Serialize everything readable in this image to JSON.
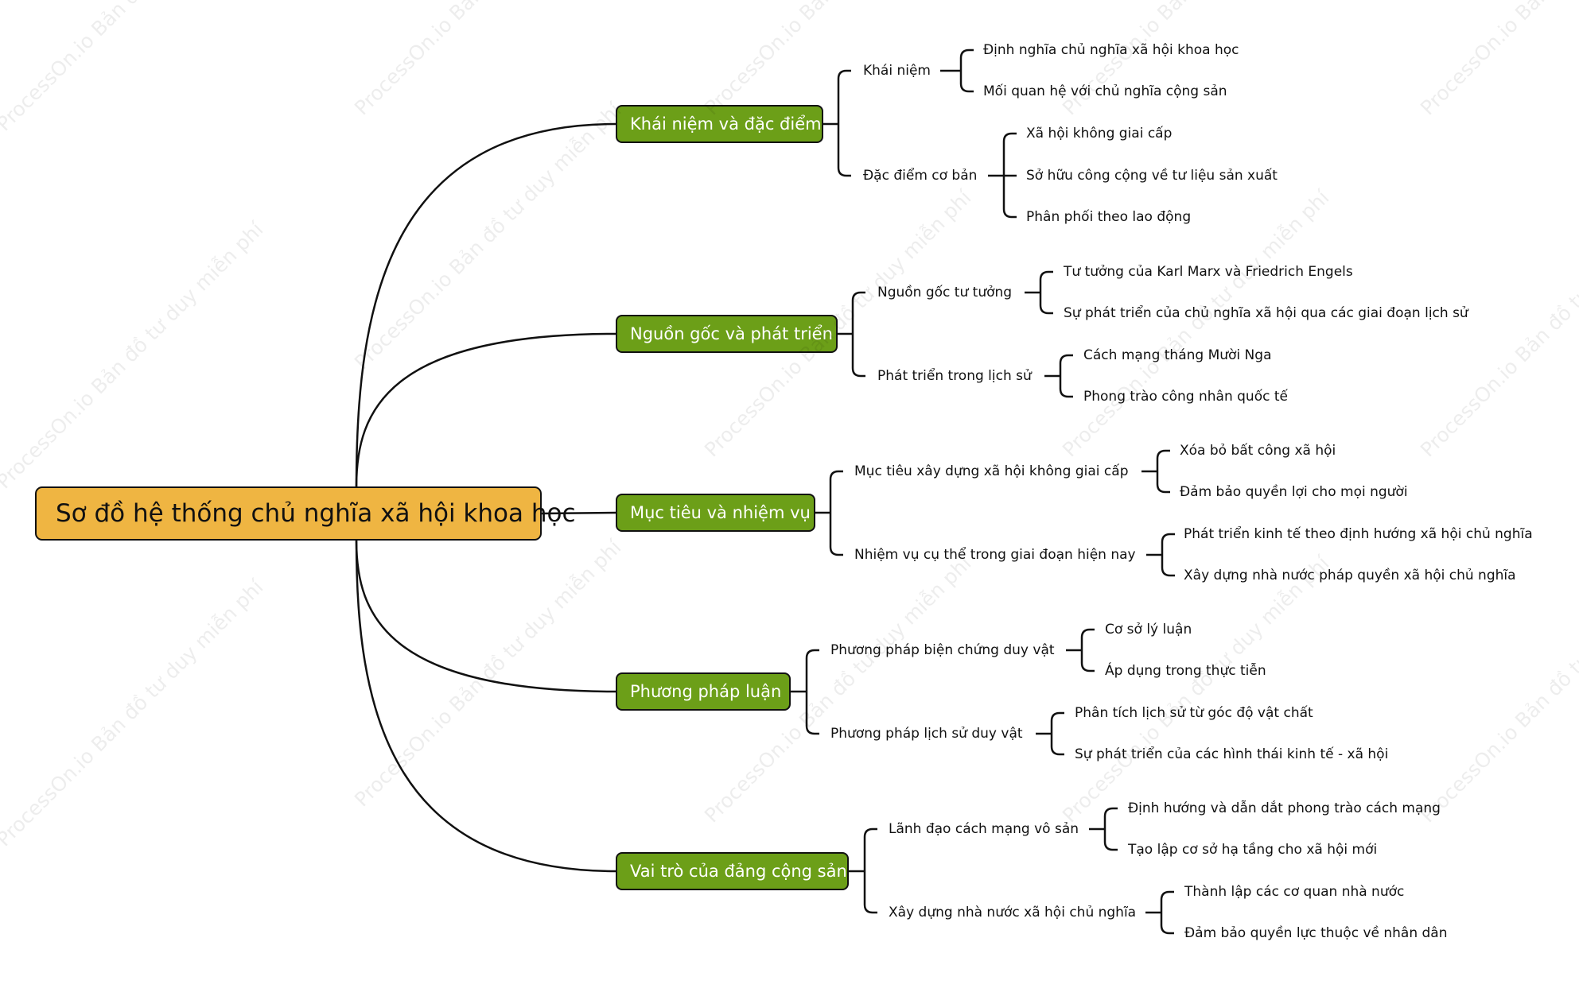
{
  "root": {
    "label": "Sơ đồ hệ thống chủ nghĩa xã hội khoa học"
  },
  "branches": [
    {
      "label": "Khái niệm và đặc điểm",
      "subs": [
        {
          "label": "Khái niệm",
          "leaves": [
            "Định nghĩa chủ nghĩa xã hội khoa học",
            "Mối quan hệ với chủ nghĩa cộng sản"
          ]
        },
        {
          "label": "Đặc điểm cơ bản",
          "leaves": [
            "Xã hội không giai cấp",
            "Sở hữu công cộng về tư liệu sản xuất",
            "Phân phối theo lao động"
          ]
        }
      ]
    },
    {
      "label": "Nguồn gốc và phát triển",
      "subs": [
        {
          "label": "Nguồn gốc tư tưởng",
          "leaves": [
            "Tư tưởng của Karl Marx và Friedrich Engels",
            "Sự phát triển của chủ nghĩa xã hội qua các giai đoạn lịch sử"
          ]
        },
        {
          "label": "Phát triển trong lịch sử",
          "leaves": [
            "Cách mạng tháng Mười Nga",
            "Phong trào công nhân quốc tế"
          ]
        }
      ]
    },
    {
      "label": "Mục tiêu và nhiệm vụ",
      "subs": [
        {
          "label": "Mục tiêu xây dựng xã hội không giai cấp",
          "leaves": [
            "Xóa bỏ bất công xã hội",
            "Đảm bảo quyền lợi cho mọi người"
          ]
        },
        {
          "label": "Nhiệm vụ cụ thể trong giai đoạn hiện nay",
          "leaves": [
            "Phát triển kinh tế theo định hướng xã hội chủ nghĩa",
            "Xây dựng nhà nước pháp quyền xã hội chủ nghĩa"
          ]
        }
      ]
    },
    {
      "label": "Phương pháp luận",
      "subs": [
        {
          "label": "Phương pháp biện chứng duy vật",
          "leaves": [
            "Cơ sở lý luận",
            "Áp dụng trong thực tiễn"
          ]
        },
        {
          "label": "Phương pháp lịch sử duy vật",
          "leaves": [
            "Phân tích lịch sử từ góc độ vật chất",
            "Sự phát triển của các hình thái kinh tế - xã hội"
          ]
        }
      ]
    },
    {
      "label": "Vai trò của đảng cộng sản",
      "subs": [
        {
          "label": "Lãnh đạo cách mạng vô sản",
          "leaves": [
            "Định hướng và dẫn dắt phong trào cách mạng",
            "Tạo lập cơ sở hạ tầng cho xã hội mới"
          ]
        },
        {
          "label": "Xây dựng nhà nước xã hội chủ nghĩa",
          "leaves": [
            "Thành lập các cơ quan nhà nước",
            "Đảm bảo quyền lực thuộc về nhân dân"
          ]
        }
      ]
    }
  ],
  "watermark": {
    "text": "ProcessOn.io Bản đồ tư duy miễn phí"
  },
  "colors": {
    "root_fill": "#efb542",
    "branch_fill": "#6c9f18",
    "line": "#111111"
  }
}
